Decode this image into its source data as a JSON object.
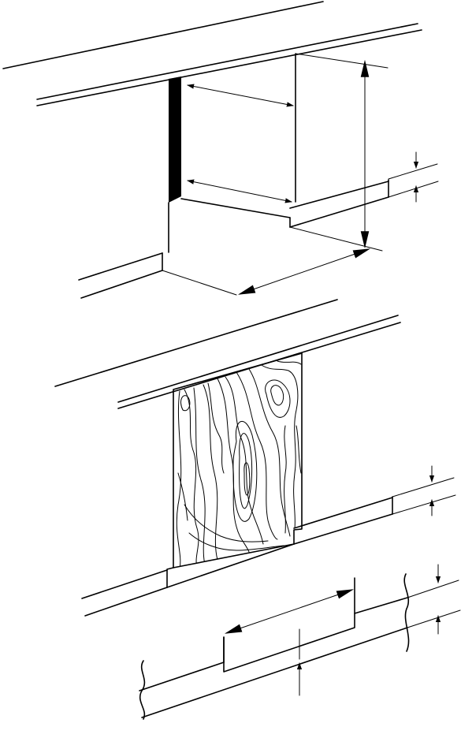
{
  "figures": [
    {
      "id": "recess-dimensions"
    },
    {
      "id": "panel-installed"
    },
    {
      "id": "edge-detail"
    }
  ],
  "colors": {
    "ink": "#000000",
    "paper": "#ffffff"
  }
}
